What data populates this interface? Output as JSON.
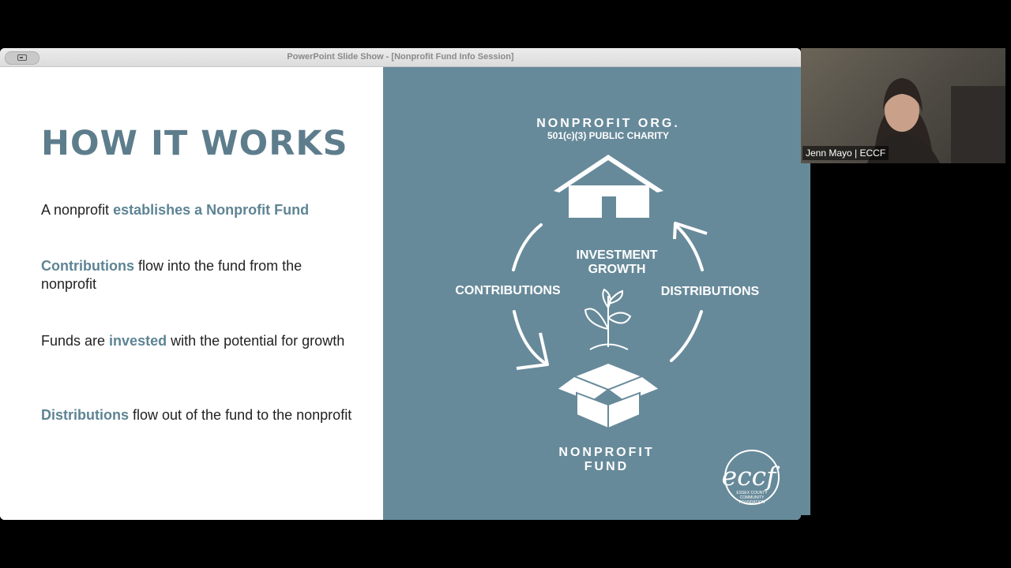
{
  "window": {
    "title": "PowerPoint Slide Show - [Nonprofit Fund Info Session]"
  },
  "slide": {
    "title": "HOW IT WORKS",
    "bullets": [
      {
        "pre": "A nonprofit ",
        "hl": "establishes a Nonprofit Fund",
        "post": ""
      },
      {
        "pre": "",
        "hl": "Contributions",
        "post": " flow into the fund from the nonprofit"
      },
      {
        "pre": "Funds are ",
        "hl": "invested",
        "post": " with the potential for growth"
      },
      {
        "pre": "",
        "hl": "Distributions",
        "post": " flow out of the fund to the nonprofit"
      }
    ],
    "diagram": {
      "org_title": "NONPROFIT ORG.",
      "org_subtitle": "501(c)(3) PUBLIC CHARITY",
      "investment_line1": "INVESTMENT",
      "investment_line2": "GROWTH",
      "contributions": "CONTRIBUTIONS",
      "distributions": "DISTRIBUTIONS",
      "fund_line1": "NONPROFIT",
      "fund_line2": "FUND"
    },
    "logo": {
      "text": "eccf",
      "line1": "ESSEX COUNTY",
      "line2": "COMMUNITY",
      "line3": "FOUNDATION"
    }
  },
  "video": {
    "participant_name": "Jenn Mayo | ECCF"
  },
  "colors": {
    "accent": "#5e7d8c",
    "panel": "#678a9a",
    "background": "#000000"
  }
}
